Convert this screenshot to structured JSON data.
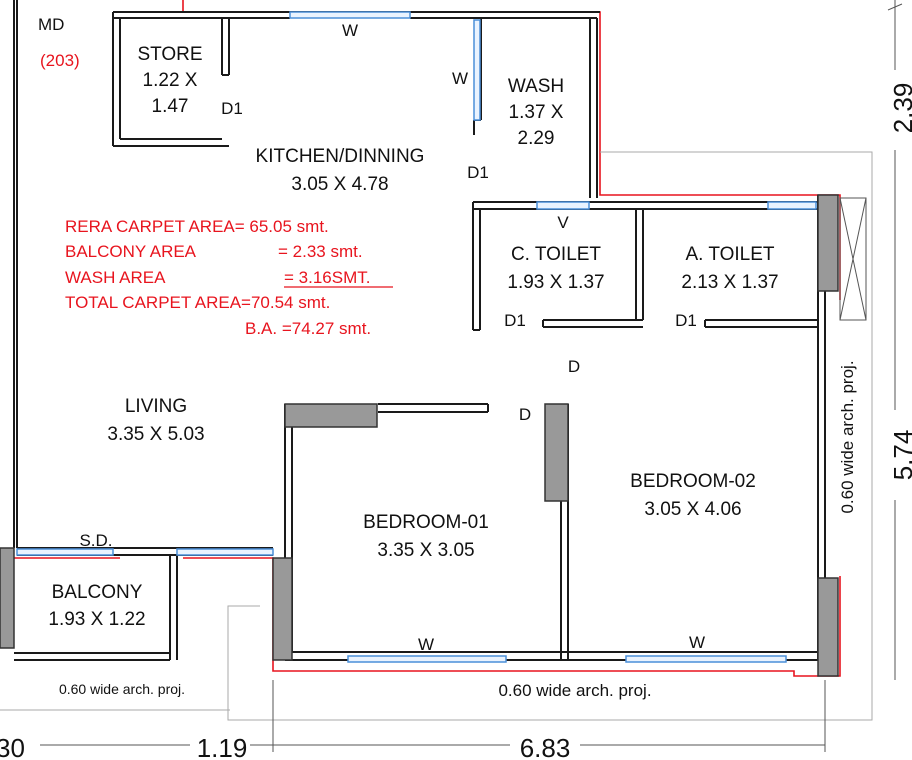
{
  "unit": {
    "code": "MD",
    "number": "(203)"
  },
  "rooms": {
    "store": {
      "name": "STORE",
      "w": "1.22 X",
      "h": "1.47"
    },
    "wash": {
      "name": "WASH",
      "w": "1.37 X",
      "h": "2.29"
    },
    "kitchen": {
      "name": "KITCHEN/DINNING",
      "size": "3.05 X 4.78"
    },
    "ctoilet": {
      "name": "C. TOILET",
      "size": "1.93 X 1.37"
    },
    "atoilet": {
      "name": "A. TOILET",
      "size": "2.13 X 1.37"
    },
    "living": {
      "name": "LIVING",
      "size": "3.35 X 5.03"
    },
    "bedroom1": {
      "name": "BEDROOM-01",
      "size": "3.35 X 3.05"
    },
    "bedroom2": {
      "name": "BEDROOM-02",
      "size": "3.05 X 4.06"
    },
    "balcony": {
      "name": "BALCONY",
      "size": "1.93 X 1.22"
    }
  },
  "areas": {
    "rera_label": "RERA CARPET AREA= 65.05 smt.",
    "balcony_label": "BALCONY   AREA",
    "balcony_value": "=  2.33 smt.",
    "wash_label": "WASH   AREA",
    "wash_value": "= 3.16SMT.",
    "total_label": "TOTAL CARPET AREA=70.54 smt.",
    "ba_label": "B.A. =74.27 smt."
  },
  "markers": {
    "window": "W",
    "door1": "D1",
    "door": "D",
    "ventilator": "V",
    "sliding_door": "S.D."
  },
  "projections": {
    "bottom_left": "0.60 wide  arch. proj.",
    "bottom_main": "0.60 wide  arch. proj.",
    "right_side": "0.60 wide  arch. proj."
  },
  "dimensions": {
    "left": "30",
    "mid": "1.19",
    "bottom": "6.83",
    "right_top": "2.39",
    "right_mid": "5.74"
  }
}
